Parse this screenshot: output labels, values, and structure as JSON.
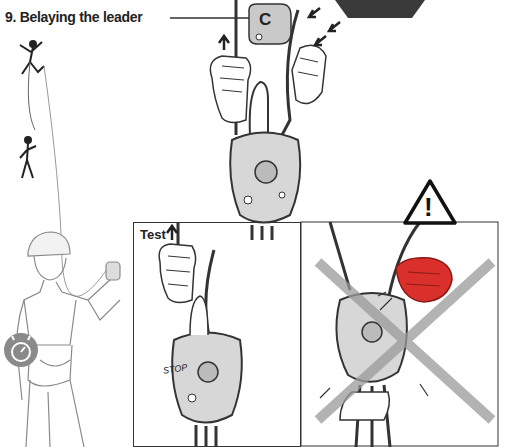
{
  "diagram": {
    "title": "9. Belaying the leader",
    "nodes": [
      {
        "text": [
          "C"
        ]
      },
      {
        "text": [
          "Test",
          "STOP"
        ]
      },
      {
        "text": [
          "!"
        ]
      }
    ]
  }
}
